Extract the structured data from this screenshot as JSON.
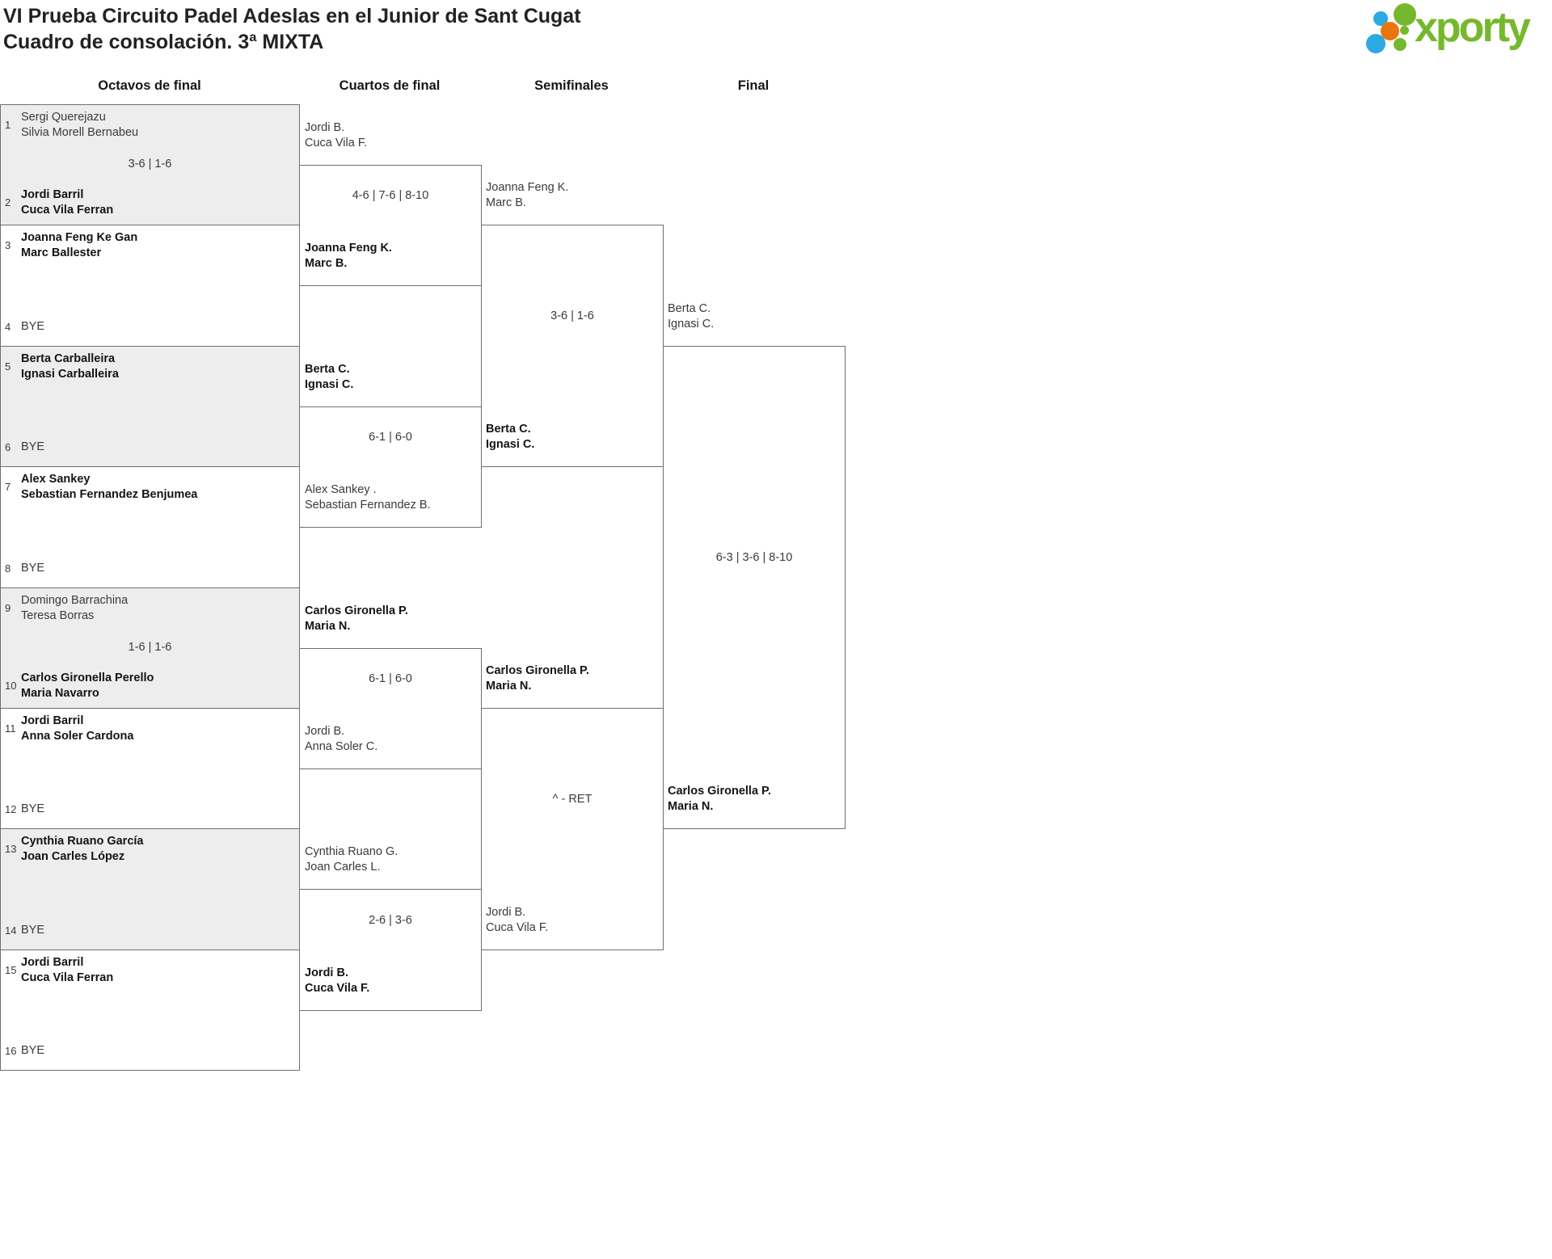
{
  "title": {
    "line1": "VI Prueba Circuito Padel Adeslas en el Junior de Sant Cugat",
    "line2": "Cuadro de consolación. 3ª MIXTA"
  },
  "logo": {
    "wordmark": "xporty",
    "green_hex": "#76b82d",
    "blue_hex": "#2ba9e1",
    "orange_hex": "#e8760d"
  },
  "round_headers": {
    "r16": "Octavos de final",
    "qf": "Cuartos de final",
    "sf": "Semifinales",
    "f": "Final"
  },
  "colors": {
    "shaded_match_bg": "#ededed",
    "border": "#6f6f6f"
  },
  "octavos": [
    {
      "seed_a": "1",
      "team_a": [
        "Sergi Querejazu",
        "Silvia Morell Bernabeu"
      ],
      "winner_a": false,
      "score": "3-6 | 1-6",
      "seed_b": "2",
      "team_b": [
        "Jordi Barril",
        "Cuca Vila Ferran"
      ],
      "winner_b": true
    },
    {
      "seed_a": "3",
      "team_a": [
        "Joanna Feng Ke Gan",
        "Marc Ballester"
      ],
      "winner_a": true,
      "score": "",
      "seed_b": "4",
      "team_b": [
        "BYE"
      ],
      "winner_b": false
    },
    {
      "seed_a": "5",
      "team_a": [
        "Berta Carballeira",
        "Ignasi Carballeira"
      ],
      "winner_a": true,
      "score": "",
      "seed_b": "6",
      "team_b": [
        "BYE"
      ],
      "winner_b": false
    },
    {
      "seed_a": "7",
      "team_a": [
        "Alex Sankey",
        "Sebastian Fernandez Benjumea"
      ],
      "winner_a": true,
      "score": "",
      "seed_b": "8",
      "team_b": [
        "BYE"
      ],
      "winner_b": false
    },
    {
      "seed_a": "9",
      "team_a": [
        "Domingo Barrachina",
        "Teresa Borras"
      ],
      "winner_a": false,
      "score": "1-6 | 1-6",
      "seed_b": "10",
      "team_b": [
        "Carlos Gironella Perello",
        "Maria Navarro"
      ],
      "winner_b": true
    },
    {
      "seed_a": "11",
      "team_a": [
        "Jordi Barril",
        "Anna Soler Cardona"
      ],
      "winner_a": true,
      "score": "",
      "seed_b": "12",
      "team_b": [
        "BYE"
      ],
      "winner_b": false
    },
    {
      "seed_a": "13",
      "team_a": [
        "Cynthia Ruano García",
        "Joan Carles López"
      ],
      "winner_a": true,
      "score": "",
      "seed_b": "14",
      "team_b": [
        "BYE"
      ],
      "winner_b": false
    },
    {
      "seed_a": "15",
      "team_a": [
        "Jordi Barril",
        "Cuca Vila Ferran"
      ],
      "winner_a": true,
      "score": "",
      "seed_b": "16",
      "team_b": [
        "BYE"
      ],
      "winner_b": false
    }
  ],
  "cuartos": [
    {
      "team_a": [
        "Jordi B.",
        "Cuca Vila F."
      ],
      "winner_a": false,
      "score": "4-6 | 7-6 | 8-10",
      "team_b": [
        "Joanna Feng K.",
        "Marc B."
      ],
      "winner_b": true
    },
    {
      "team_a": [
        "Berta C.",
        "Ignasi C."
      ],
      "winner_a": true,
      "score": "6-1 | 6-0",
      "team_b": [
        "Alex Sankey .",
        "Sebastian Fernandez B."
      ],
      "winner_b": false
    },
    {
      "team_a": [
        "Carlos Gironella P.",
        "Maria N."
      ],
      "winner_a": true,
      "score": "6-1 | 6-0",
      "team_b": [
        "Jordi B.",
        "Anna Soler C."
      ],
      "winner_b": false
    },
    {
      "team_a": [
        "Cynthia Ruano G.",
        "Joan Carles L."
      ],
      "winner_a": false,
      "score": "2-6 | 3-6",
      "team_b": [
        "Jordi B.",
        "Cuca Vila F."
      ],
      "winner_b": true
    }
  ],
  "semifinales": [
    {
      "team_a": [
        "Joanna Feng K.",
        "Marc B."
      ],
      "winner_a": false,
      "score": "3-6 | 1-6",
      "team_b": [
        "Berta C.",
        "Ignasi C."
      ],
      "winner_b": true
    },
    {
      "team_a": [
        "Carlos Gironella P.",
        "Maria N."
      ],
      "winner_a": true,
      "score": "^ - RET",
      "team_b": [
        "Jordi B.",
        "Cuca Vila F."
      ],
      "winner_b": false
    }
  ],
  "final": {
    "team_a": [
      "Berta C.",
      "Ignasi C."
    ],
    "winner_a": false,
    "score": "6-3 | 3-6 | 8-10",
    "team_b": [
      "Carlos Gironella P.",
      "Maria N."
    ],
    "winner_b": true
  }
}
